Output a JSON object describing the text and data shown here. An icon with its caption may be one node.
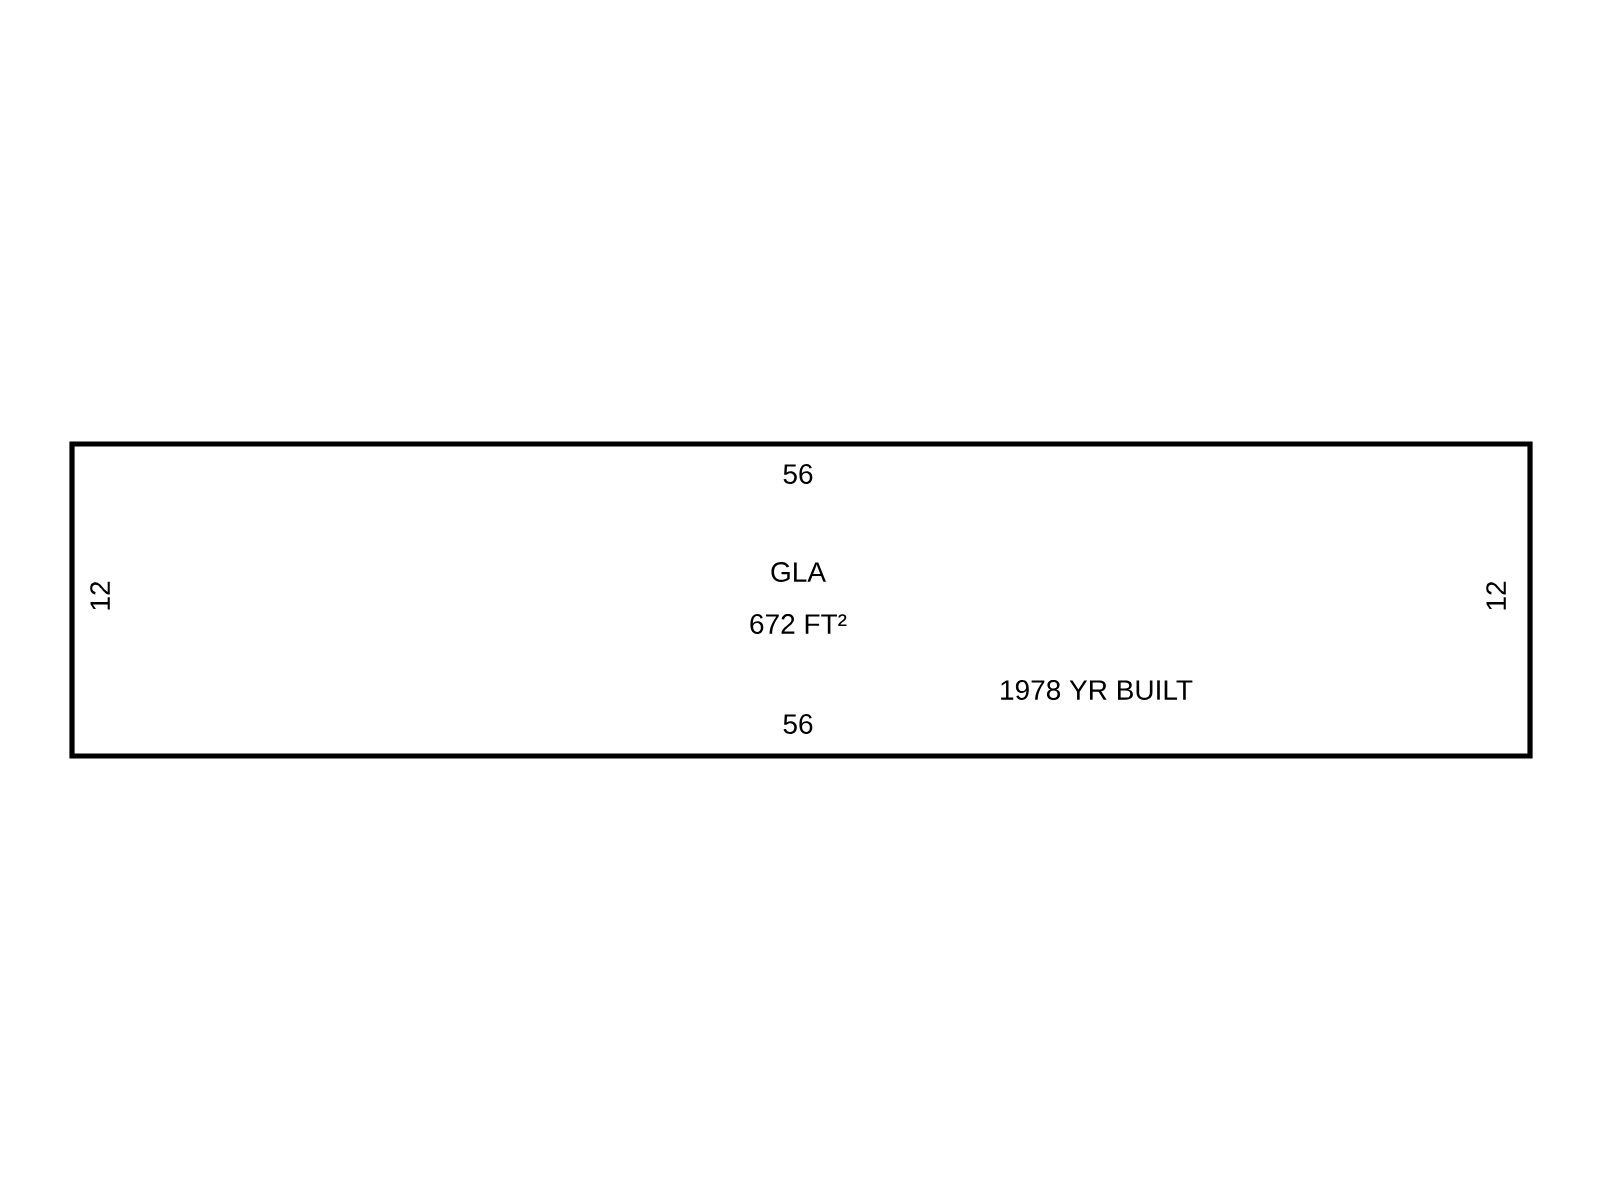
{
  "diagram": {
    "nodes": [
      {
        "text": [
          "GLA",
          "672 FT²"
        ]
      }
    ],
    "labels": [
      "56",
      "12",
      "12",
      "1978 YR BUILT",
      "56"
    ]
  }
}
